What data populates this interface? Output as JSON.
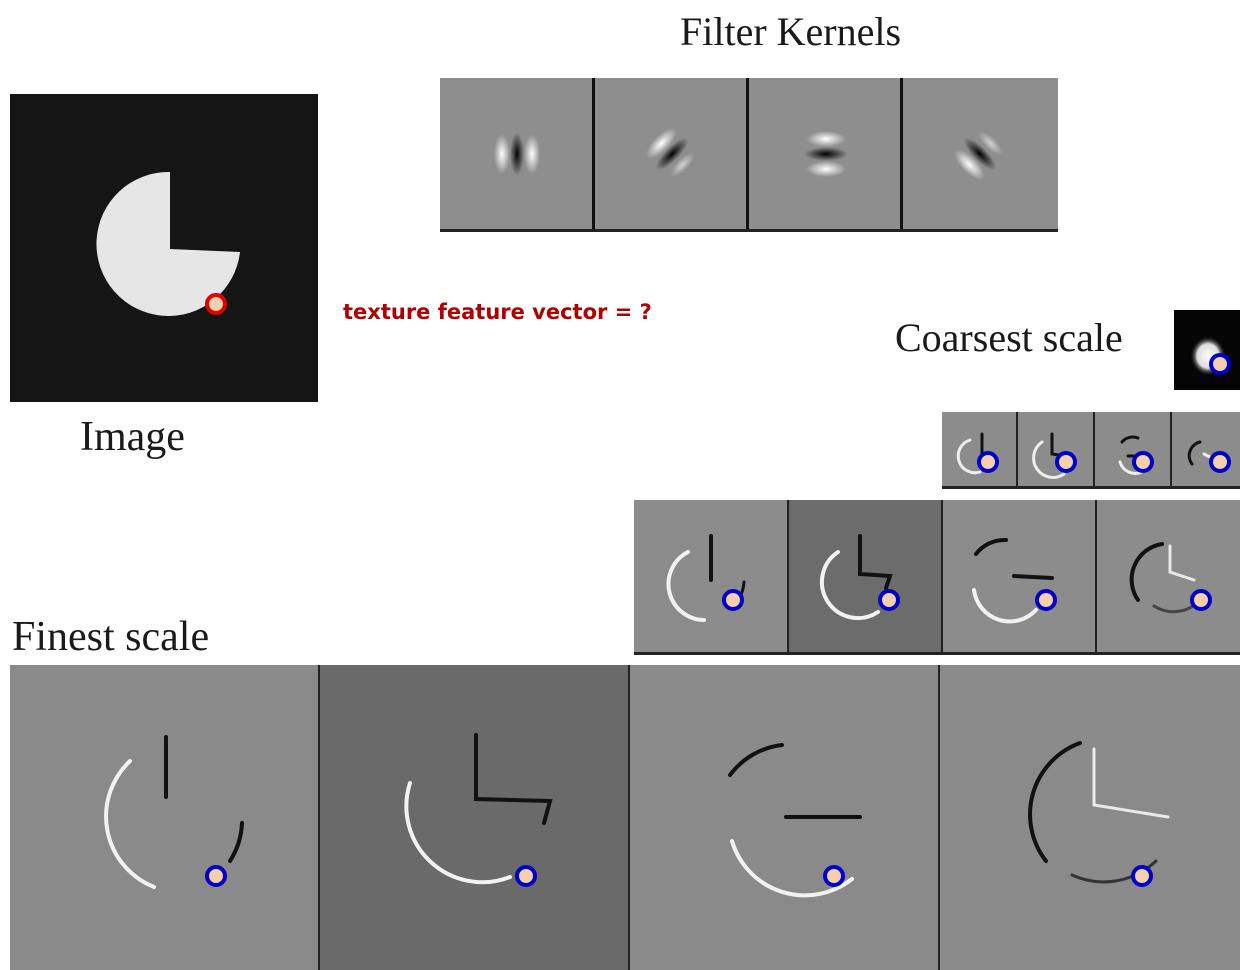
{
  "labels": {
    "filter_kernels": "Filter Kernels",
    "image": "Image",
    "question": "texture feature vector = ?",
    "coarsest_scale": "Coarsest scale",
    "finest_scale": "Finest scale"
  },
  "kernels": [
    {
      "name": "vertical-kernel"
    },
    {
      "name": "diagonal-down-kernel"
    },
    {
      "name": "horizontal-kernel"
    },
    {
      "name": "diagonal-up-kernel"
    }
  ],
  "colors": {
    "image_background": "#151515",
    "shape_fill": "#e6e6e6",
    "response_gray": "#8a8a8a",
    "response_dark_gray": "#6a6a6a",
    "marker_ring_blue": "#0000c8",
    "marker_ring_red": "#e00000",
    "marker_fill": "#f6cfac",
    "question_text": "#b00000"
  }
}
